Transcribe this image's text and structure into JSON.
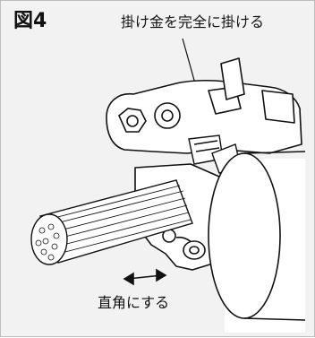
{
  "figure": {
    "number_label": "図4",
    "callouts": {
      "top": "掛け金を完全に掛ける",
      "bottom": "直角にする"
    }
  },
  "colors": {
    "panel_background": "#f2f2f2",
    "line": "#111111",
    "panel_border": "#bdbdbd"
  }
}
